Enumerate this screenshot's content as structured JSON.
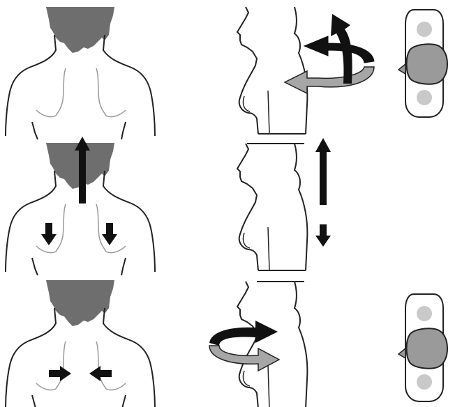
{
  "colors": {
    "line": "#222222",
    "hair": "#6e6e6e",
    "arrow_dark": "#111111",
    "arrow_light": "#a6a6a6",
    "head_top_view": "#9a9a9a",
    "shoulder_top_view": "#c9c9c9",
    "background": "#ffffff"
  },
  "panels": [
    {
      "name": "row-1-back-view",
      "icon": "back-with-shoulder-blades-icon",
      "arrows": "none"
    },
    {
      "name": "row-1-side-view",
      "icon": "side-profile-icon",
      "arrows": "rotate-shoulders-backward-circle"
    },
    {
      "name": "row-1-top-view",
      "icon": "top-down-head-shoulders-icon",
      "arrows": "none"
    },
    {
      "name": "row-2-back-view",
      "icon": "back-with-shoulder-blades-icon",
      "arrows": "head-up-blades-down"
    },
    {
      "name": "row-2-side-view",
      "icon": "side-profile-icon",
      "arrows": "head-up-shoulders-down"
    },
    {
      "name": "row-3-back-view",
      "icon": "back-with-shoulder-blades-icon",
      "arrows": "blades-squeeze-inward"
    },
    {
      "name": "row-3-side-view",
      "icon": "side-profile-icon",
      "arrows": "rotate-torso-forward-circle"
    },
    {
      "name": "row-3-top-view",
      "icon": "top-down-head-shoulders-icon",
      "arrows": "none"
    }
  ]
}
